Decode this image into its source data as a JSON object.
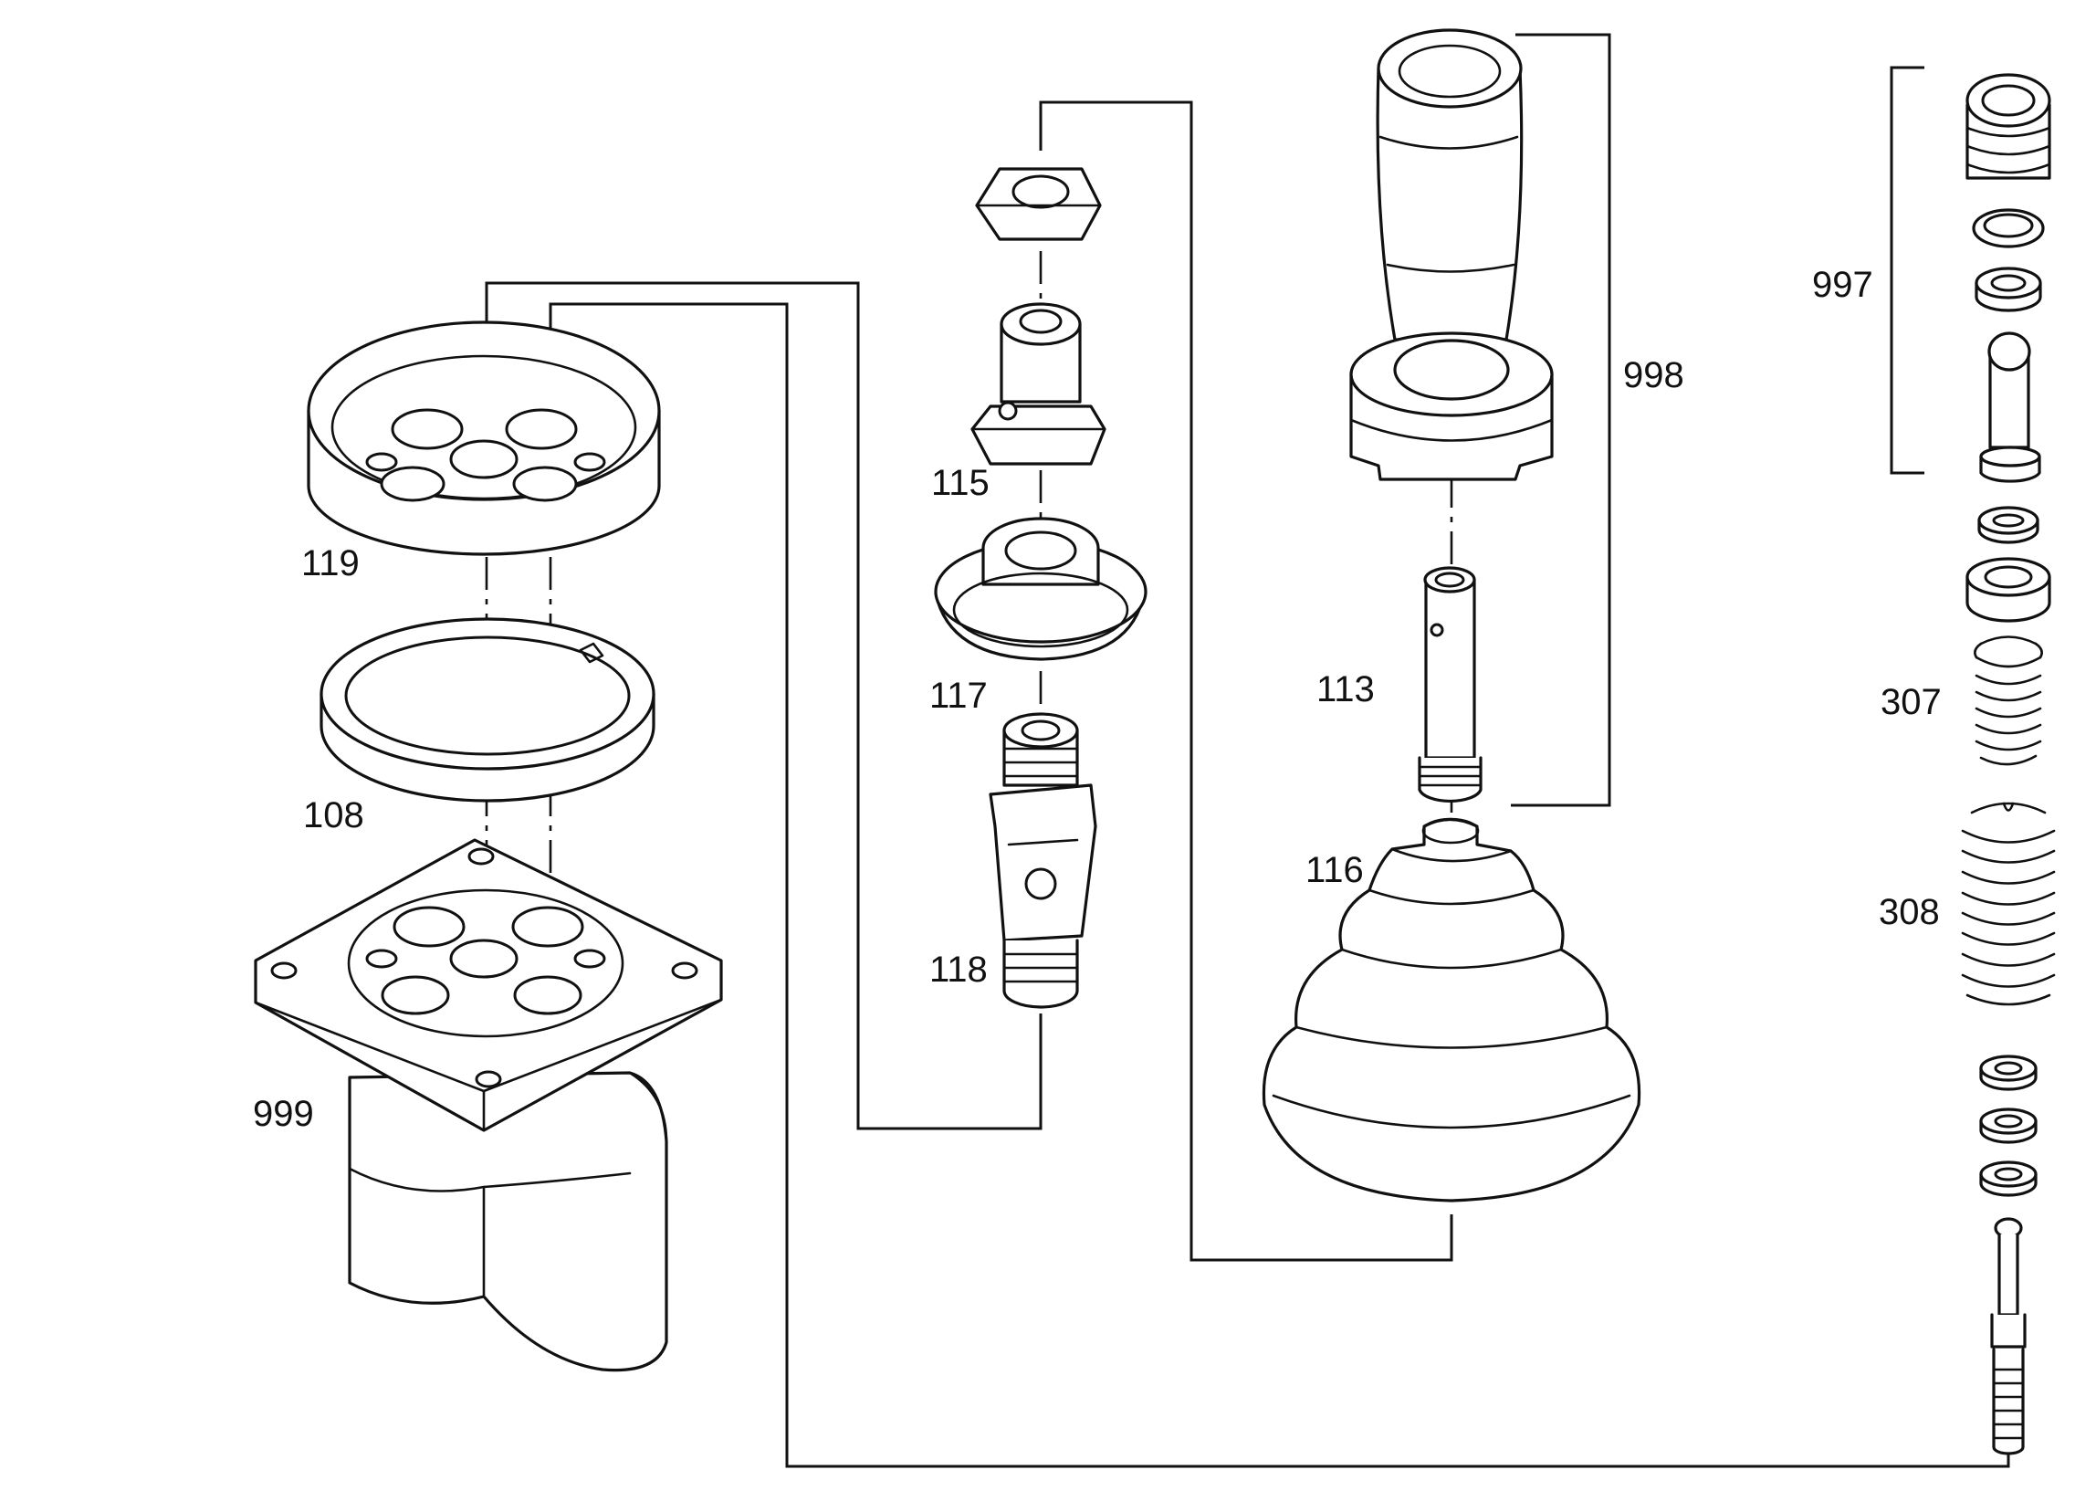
{
  "labels": {
    "p119": "119",
    "p108": "108",
    "p999": "999",
    "p115": "115",
    "p117": "117",
    "p118": "118",
    "p113": "113",
    "p116": "116",
    "p998": "998",
    "p997": "997",
    "p307": "307",
    "p308": "308"
  }
}
